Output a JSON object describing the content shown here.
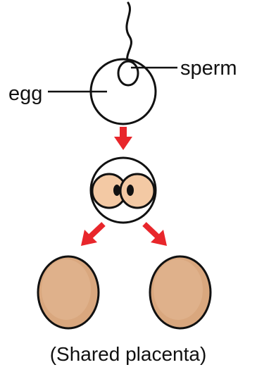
{
  "labels": {
    "sperm": "sperm",
    "egg": "egg",
    "caption": "(Shared placenta)"
  },
  "colors": {
    "outline": "#111111",
    "arrow": "#e8262b",
    "cell_fill": "#f3c9a4",
    "embryo_fill": "#d9a77e",
    "embryo_highlight": "#e6bf9c"
  }
}
